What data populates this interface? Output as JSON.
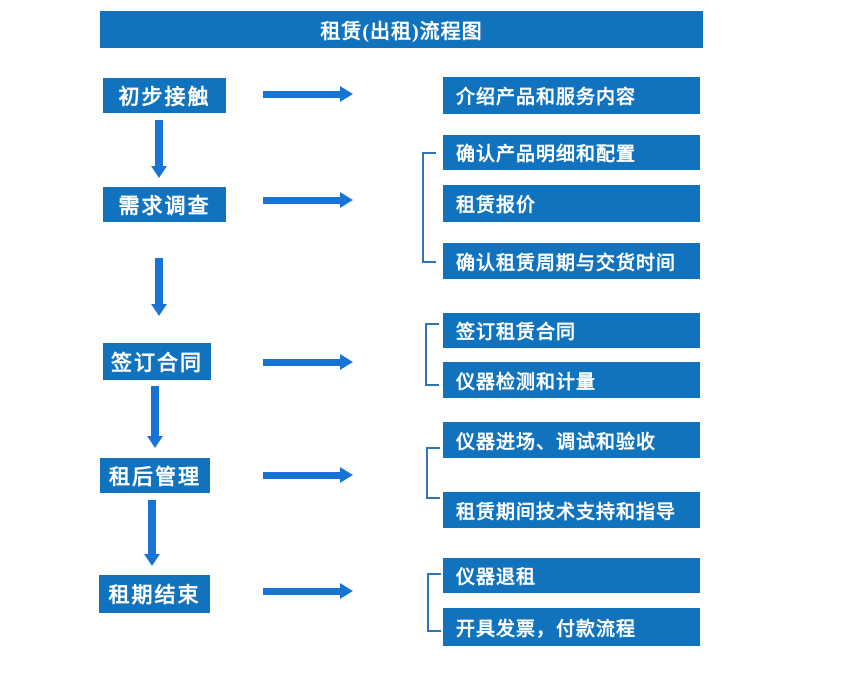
{
  "title": "租赁(出租)流程图",
  "colors": {
    "box": "#1173BE",
    "arrow": "#1874D4",
    "bracket": "#2E75B6",
    "text": "#FFFFFF",
    "background": "#FFFFFF"
  },
  "stages": [
    {
      "label": "初步接触",
      "details": [
        "介绍产品和服务内容"
      ]
    },
    {
      "label": "需求调查",
      "details": [
        "确认产品明细和配置",
        "租赁报价",
        "确认租赁周期与交货时间"
      ]
    },
    {
      "label": "签订合同",
      "details": [
        "签订租赁合同",
        "仪器检测和计量"
      ]
    },
    {
      "label": "租后管理",
      "details": [
        "仪器进场、调试和验收",
        "租赁期间技术支持和指导"
      ]
    },
    {
      "label": "租期结束",
      "details": [
        "仪器退租",
        "开具发票，付款流程"
      ]
    }
  ]
}
